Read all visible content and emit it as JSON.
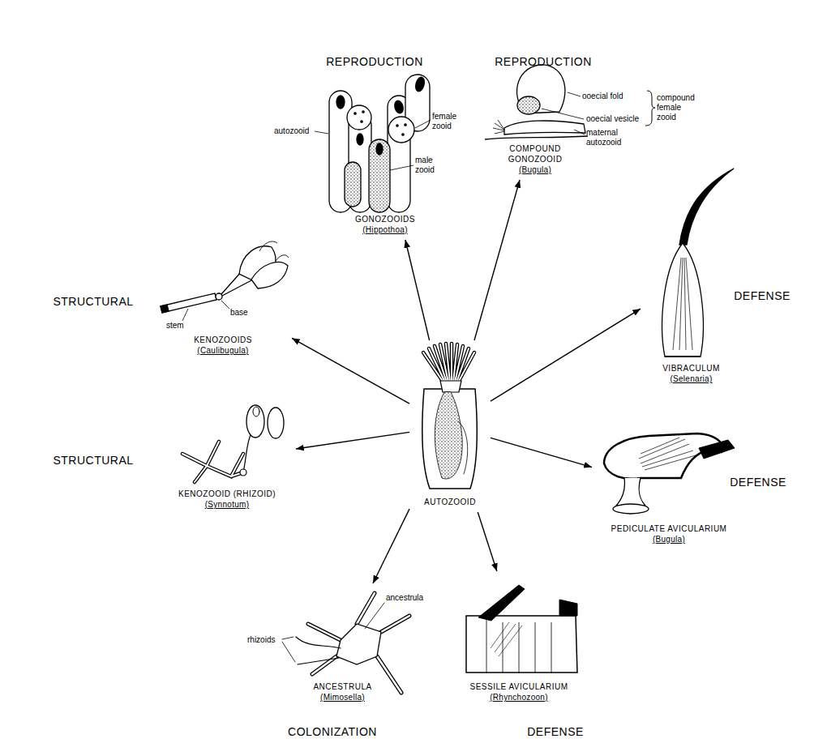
{
  "diagram": {
    "nodes": [
      {
        "text": [
          "AUTOZOOID"
        ]
      },
      {
        "text": [
          "GONOZOOIDS",
          "(Hippothoa)"
        ]
      },
      {
        "text": [
          "COMPOUND GONOZOOID",
          "(Bugula)"
        ]
      },
      {
        "text": [
          "VIBRACULUM",
          "(Selenaria)"
        ]
      },
      {
        "text": [
          "PEDICULATE AVICULARIUM",
          "(Bugula)"
        ]
      },
      {
        "text": [
          "SESSILE AVICULARIUM",
          "(Rhynchozoon)"
        ]
      },
      {
        "text": [
          "ANCESTRULA",
          "(Mimosella)"
        ]
      },
      {
        "text": [
          "KENOZOOID (RHIZOID)",
          "(Synnotum)"
        ]
      },
      {
        "text": [
          "KENOZOOIDS",
          "(Caulibugula)"
        ]
      }
    ],
    "edges": [
      {
        "from": 0,
        "to": 1,
        "arrow": "to"
      },
      {
        "from": 0,
        "to": 2,
        "arrow": "to"
      },
      {
        "from": 0,
        "to": 3,
        "arrow": "to"
      },
      {
        "from": 0,
        "to": 4,
        "arrow": "to"
      },
      {
        "from": 0,
        "to": 5,
        "arrow": "to"
      },
      {
        "from": 0,
        "to": 6,
        "arrow": "to"
      },
      {
        "from": 0,
        "to": 7,
        "arrow": "to"
      },
      {
        "from": 0,
        "to": 8,
        "arrow": "to"
      }
    ],
    "labels": [
      "REPRODUCTION",
      "REPRODUCTION",
      "autozooid",
      "female zooid",
      "ooecial fold",
      "compound female zooid",
      "ooecial vesicle",
      "maternal autozooid",
      "male zooid",
      "STRUCTURAL",
      "DEFENSE",
      "base",
      "stem",
      "STRUCTURAL",
      "DEFENSE",
      "ancestrula",
      "rhizoids",
      "COLONIZATION",
      "DEFENSE"
    ]
  }
}
